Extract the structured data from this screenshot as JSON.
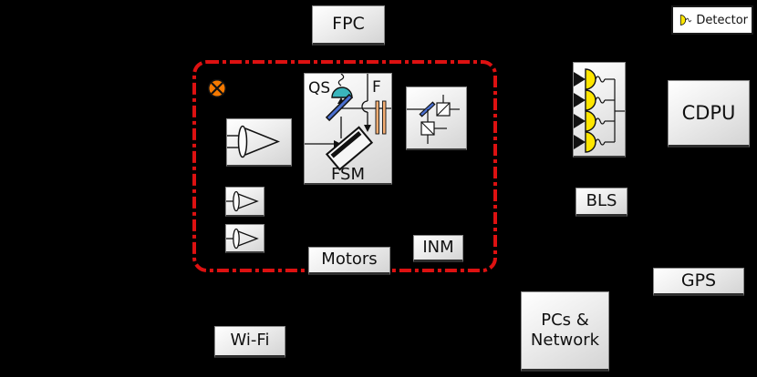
{
  "colors": {
    "background": "#000000",
    "accent_red": "#dd1111",
    "lamp_orange": "#f57900",
    "detector_yellow": "#ffe600",
    "dome_cyan": "#3ab5bc",
    "mirror_blue": "#4a6fd0",
    "filter_orange": "#f3ad72"
  },
  "legend": {
    "detector_label": "Detector"
  },
  "top": {
    "fpc_label": "FPC"
  },
  "optical_bench": {
    "qs_label": "QS",
    "f_label": "F",
    "fsm_label": "FSM",
    "motors_label": "Motors",
    "inm_label": "INM"
  },
  "right_column": {
    "cdpu_label": "CDPU",
    "bls_label": "BLS",
    "gps_label": "GPS",
    "pcs_line1": "PCs &",
    "pcs_line2": "Network"
  },
  "bottom": {
    "wifi_label": "Wi-Fi"
  }
}
